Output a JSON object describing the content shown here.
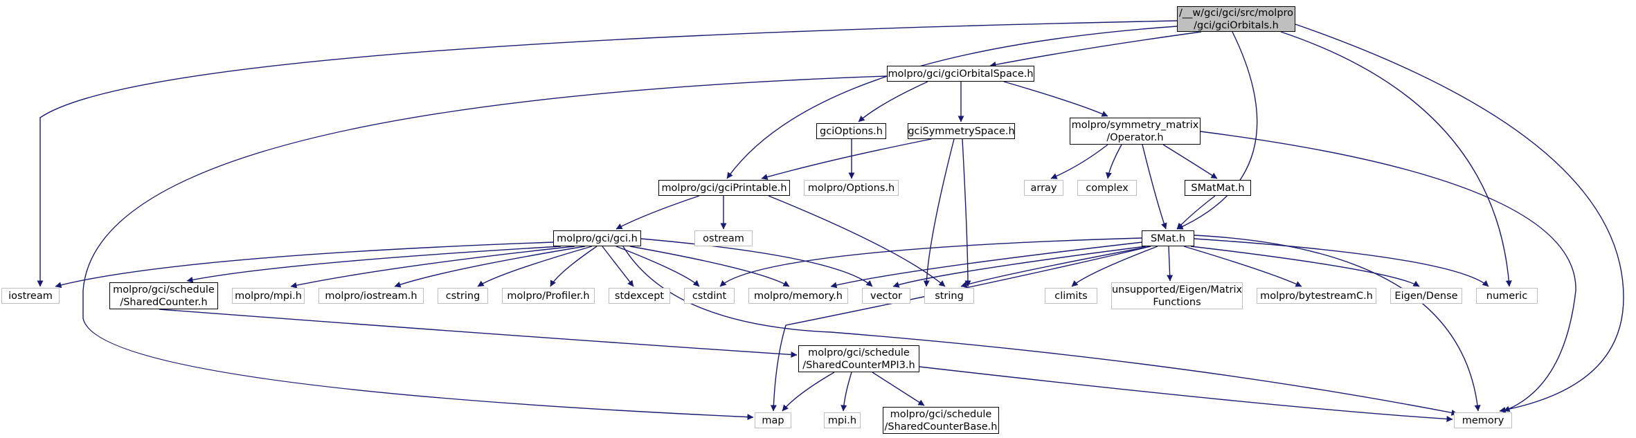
{
  "colors": {
    "edge": "#191970",
    "root_fill": "#bfbfbf",
    "system_border": "#bfbfbf",
    "node_border": "#000000"
  },
  "nodes": {
    "gciOrbitals": "/__w/gci/gci/src/molpro\n/gci/gciOrbitals.h",
    "gciOrbitalSpace": "molpro/gci/gciOrbitalSpace.h",
    "gciOptions": "gciOptions.h",
    "gciSymmetrySpace": "gciSymmetrySpace.h",
    "operator": "molpro/symmetry_matrix\n/Operator.h",
    "gciPrintable": "molpro/gci/gciPrintable.h",
    "molproOptions": "molpro/Options.h",
    "array": "array",
    "complex": "complex",
    "smatmat": "SMatMat.h",
    "gci": "molpro/gci/gci.h",
    "ostream": "ostream",
    "smat": "SMat.h",
    "iostream": "iostream",
    "sharedCounter": "molpro/gci/schedule\n/SharedCounter.h",
    "mpih_molpro": "molpro/mpi.h",
    "molproIostream": "molpro/iostream.h",
    "cstring": "cstring",
    "profiler": "molpro/Profiler.h",
    "stdexcept": "stdexcept",
    "cstdint": "cstdint",
    "molproMemory": "molpro/memory.h",
    "vector": "vector",
    "string": "string",
    "climits": "climits",
    "eigenMatrix": "unsupported/Eigen/Matrix\nFunctions",
    "bytestream": "molpro/bytestreamC.h",
    "eigenDense": "Eigen/Dense",
    "numeric": "numeric",
    "sharedCounterMPI3": "molpro/gci/schedule\n/SharedCounterMPI3.h",
    "map": "map",
    "mpih": "mpi.h",
    "sharedCounterBase": "molpro/gci/schedule\n/SharedCounterBase.h",
    "memory": "memory"
  }
}
